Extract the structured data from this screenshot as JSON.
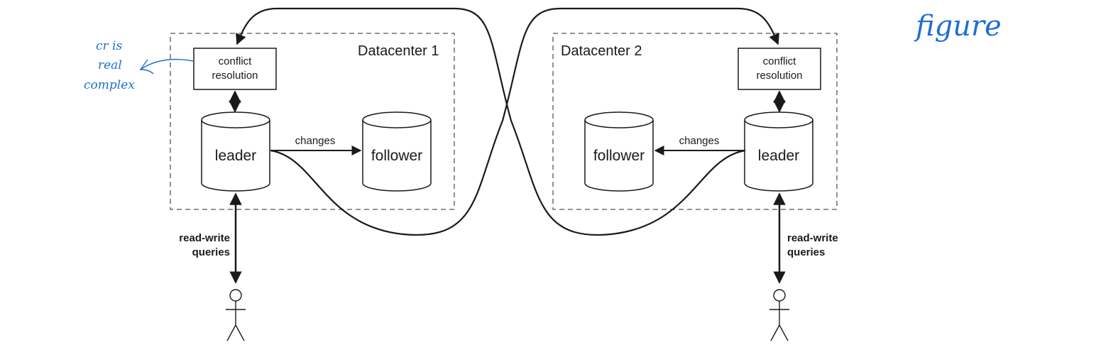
{
  "datacenter1": {
    "title": "Datacenter 1",
    "conflict_box": [
      "conflict",
      "resolution"
    ],
    "leader": "leader",
    "follower": "follower",
    "changes": "changes",
    "queries": [
      "read-write",
      "queries"
    ]
  },
  "datacenter2": {
    "title": "Datacenter 2",
    "conflict_box": [
      "conflict",
      "resolution"
    ],
    "leader": "leader",
    "follower": "follower",
    "changes": "changes",
    "queries": [
      "read-write",
      "queries"
    ]
  },
  "annotations": {
    "left_note": [
      "cr is",
      "real",
      "complex"
    ],
    "right_note": "figure"
  },
  "colors": {
    "ink": "#1a1a1a",
    "handwriting": "#1e6fd0"
  }
}
